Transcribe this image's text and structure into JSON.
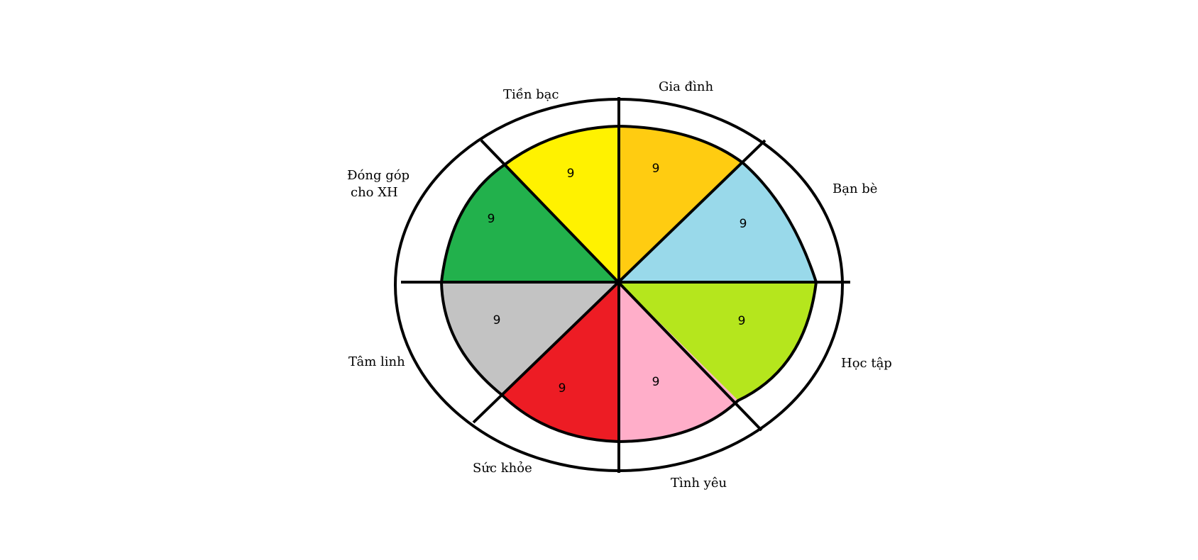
{
  "segments": [
    {
      "label": "Gia đình",
      "value": "9",
      "color": "#FFCC11"
    },
    {
      "label": "Bạn bè",
      "value": "9",
      "color": "#99D9EA"
    },
    {
      "label": "Học tập",
      "value": "9",
      "color": "#B5E61D"
    },
    {
      "label": "Tình yêu",
      "value": "9",
      "color": "#FFAEC9"
    },
    {
      "label": "Sức khỏe",
      "value": "9",
      "color": "#ED1C24"
    },
    {
      "label": "Tâm linh",
      "value": "9",
      "color": "#C3C3C3"
    },
    {
      "label": "Đóng góp cho XH",
      "value": "9",
      "color": "#22B14C"
    },
    {
      "label": "Tiền bạc",
      "value": "9",
      "color": "#FFF200"
    }
  ],
  "labels": {
    "gia_dinh": "Gia đình",
    "ban_be": "Bạn bè",
    "hoc_tap": "Học tập",
    "tinh_yeu": "Tình yêu",
    "suc_khoe": "Sức khỏe",
    "tam_linh": "Tâm linh",
    "dong_gop_line1": "Đóng góp",
    "dong_gop_line2": "cho XH",
    "tien_bac": "Tiền bạc"
  }
}
